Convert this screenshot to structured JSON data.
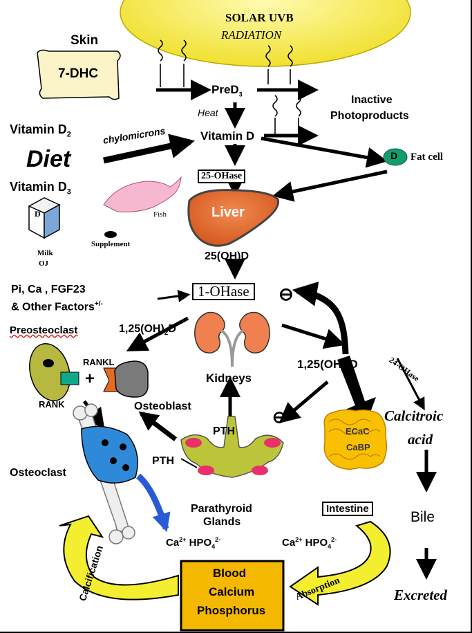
{
  "sun": {
    "line1": "SOLAR UVB",
    "line2": "RADIATION",
    "color": "#f9f070"
  },
  "skin": {
    "label": "Skin",
    "compound": "7-DHC"
  },
  "pre_d3": {
    "base": "PreD",
    "sub": "3"
  },
  "heat": "Heat",
  "inactive": {
    "line1": "Inactive",
    "line2": "Photoproducts"
  },
  "vitamin_d": "Vitamin D",
  "diet": {
    "vit_d2_base": "Vitamin D",
    "vit_d2_sub": "2",
    "word": "Diet",
    "vit_d3_base": "Vitamin D",
    "vit_d3_sub": "3",
    "chylomicrons": "chylomicrons",
    "fish": "Fish",
    "supplement": "Supplement",
    "milk": "Milk",
    "oj": "OJ",
    "carton_letter": "D"
  },
  "fat_cell": {
    "letter": "D",
    "label": "Fat cell"
  },
  "hase25": "25-OHase",
  "liver": "Liver",
  "ohd25": "25(OH)D",
  "factors": {
    "line1": "Pi, Ca , FGF23",
    "line2": "& Other Factors",
    "sup": "+/-"
  },
  "hase1": "1-OHase",
  "calcitriol_left": {
    "base": "1,25(OH)",
    "sub": "2",
    "tail": "D"
  },
  "preosteoclast": "Preosteoclast",
  "kidneys": "Kidneys",
  "calcitriol_right": {
    "base": "1,25(OH)",
    "sub": "2",
    "tail": "D"
  },
  "hase24": "24-OHase",
  "calcitroic": {
    "line1": "Calcitroic",
    "line2": "acid"
  },
  "rankl": "RANKL",
  "rank": "RANK",
  "plus": "+",
  "osteoblast": "Osteoblast",
  "pth_up": "PTH",
  "pth_left": "PTH",
  "osteoclast": "Osteoclast",
  "intestine_proteins": {
    "line1": "ECaC",
    "line2": "CaBP"
  },
  "intestine": "Intestine",
  "parathyroid": {
    "line1": "Parathyroid",
    "line2": "Glands"
  },
  "bile": "Bile",
  "ca_hpo4_left": {
    "ca": "Ca",
    "ca_sup": "2+",
    "hpo": "HPO",
    "hpo_sub": "4",
    "hpo_sup": "2-"
  },
  "ca_hpo4_right": {
    "ca": "Ca",
    "ca_sup": "2+",
    "hpo": "HPO",
    "hpo_sub": "4",
    "hpo_sup": "2-"
  },
  "blood": {
    "line1": "Blood",
    "line2": "Calcium",
    "line3": "Phosphorus",
    "color": "#f5b800"
  },
  "calcification": "Calcification",
  "absorption": "Absorption",
  "excreted": "Excreted",
  "inhibit_symbol": "⊖"
}
